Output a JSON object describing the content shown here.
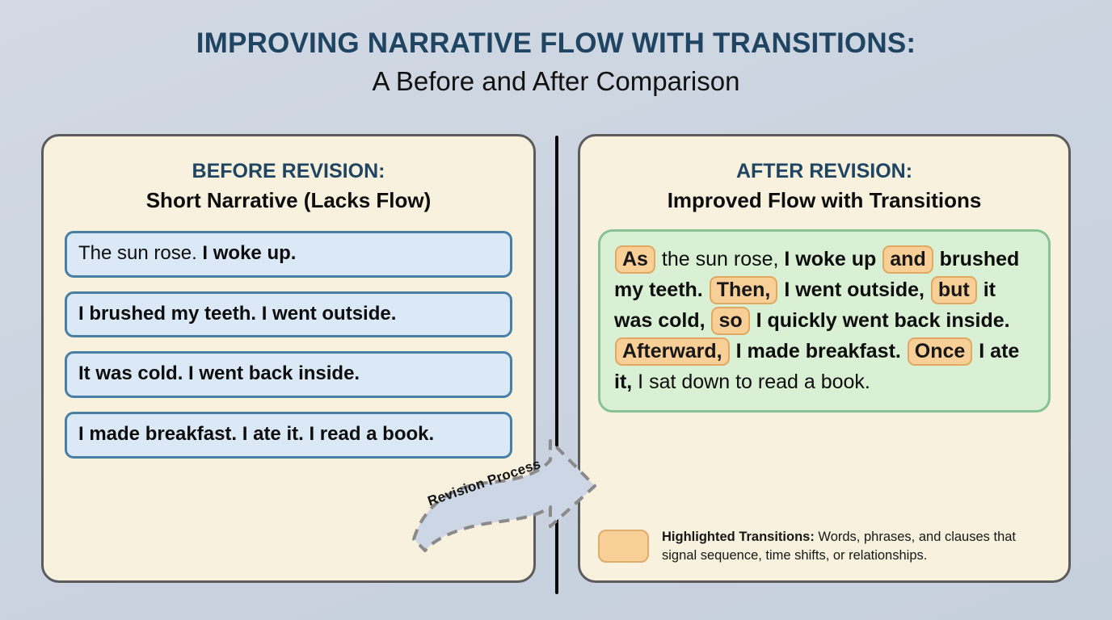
{
  "header": {
    "title": "IMPROVING NARRATIVE FLOW WITH TRANSITIONS:",
    "subtitle": "A Before and After Comparison"
  },
  "colors": {
    "background": "#ced6e0",
    "title": "#1f4563",
    "panel_fill": "#f7f1de",
    "panel_border": "#5b5b5b",
    "chip_fill": "#dbe9f7",
    "chip_border": "#4a7fa5",
    "revised_fill": "#d9f0d4",
    "revised_border": "#87c392",
    "highlight_fill": "#f8cf97",
    "highlight_border": "#e0a860",
    "divider": "#0a0a0a",
    "arrow_fill": "#ccd6e4",
    "arrow_border": "#8a8a8a"
  },
  "left_panel": {
    "heading_top": "BEFORE REVISION:",
    "heading_sub": "Short Narrative (Lacks Flow)",
    "sentences": [
      {
        "light": "The sun rose. ",
        "bold": "I woke up."
      },
      {
        "light": "",
        "bold": "I brushed my teeth. I went outside."
      },
      {
        "light": "",
        "bold": "It was cold. I went back inside."
      },
      {
        "light": "",
        "bold": "I made breakfast. I ate it. I read a book."
      }
    ]
  },
  "connector": {
    "label": "Revision Process",
    "icon": "curved-arrow-icon"
  },
  "right_panel": {
    "heading_top": "AFTER REVISION:",
    "heading_sub": "Improved Flow with Transitions",
    "revised_segments": [
      {
        "type": "highlight",
        "text": "As"
      },
      {
        "type": "plain",
        "text": " the sun rose, "
      },
      {
        "type": "bold",
        "text": "I woke up "
      },
      {
        "type": "highlight",
        "text": "and"
      },
      {
        "type": "bold",
        "text": " brushed my teeth. "
      },
      {
        "type": "highlight",
        "text": "Then,"
      },
      {
        "type": "bold",
        "text": " I went outside, "
      },
      {
        "type": "highlight",
        "text": "but"
      },
      {
        "type": "bold",
        "text": " it was cold, "
      },
      {
        "type": "highlight",
        "text": "so"
      },
      {
        "type": "bold",
        "text": " I quickly went back inside. "
      },
      {
        "type": "highlight",
        "text": "Afterward,"
      },
      {
        "type": "bold",
        "text": " I made breakfast. "
      },
      {
        "type": "highlight",
        "text": "Once"
      },
      {
        "type": "bold",
        "text": " I ate it, "
      },
      {
        "type": "plain",
        "text": "I sat down to read a book."
      }
    ],
    "legend": {
      "label": "Highlighted Transitions:",
      "description": " Words, phrases, and clauses that signal sequence, time shifts, or relationships."
    }
  }
}
